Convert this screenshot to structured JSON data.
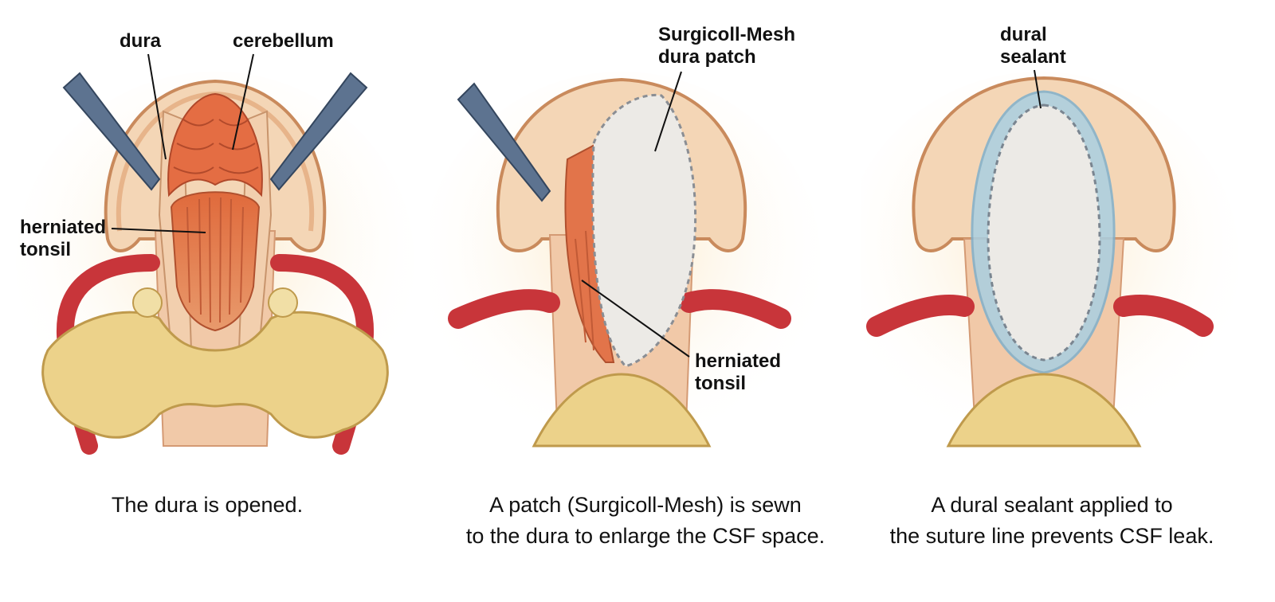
{
  "panels": [
    {
      "labels": {
        "dura": "dura",
        "cerebellum": "cerebellum",
        "tonsil": "herniated\ntonsil"
      },
      "caption": "The dura is opened."
    },
    {
      "labels": {
        "patch": "Surgicoll-Mesh\ndura patch",
        "tonsil": "herniated\ntonsil"
      },
      "caption": "A patch (Surgicoll-Mesh) is sewn\nto the dura to enlarge the CSF space."
    },
    {
      "labels": {
        "sealant": "dural\nsealant"
      },
      "caption": "A dural sealant applied to\nthe suture line prevents CSF leak."
    }
  ],
  "colors": {
    "skin": "#f3d2b0",
    "bone": "#ecd28a",
    "artery": "#c8353a",
    "brain": "#e3744a",
    "patch": "#eceae6",
    "sealant": "#a9cfe2",
    "retractor": "#5d7390"
  }
}
